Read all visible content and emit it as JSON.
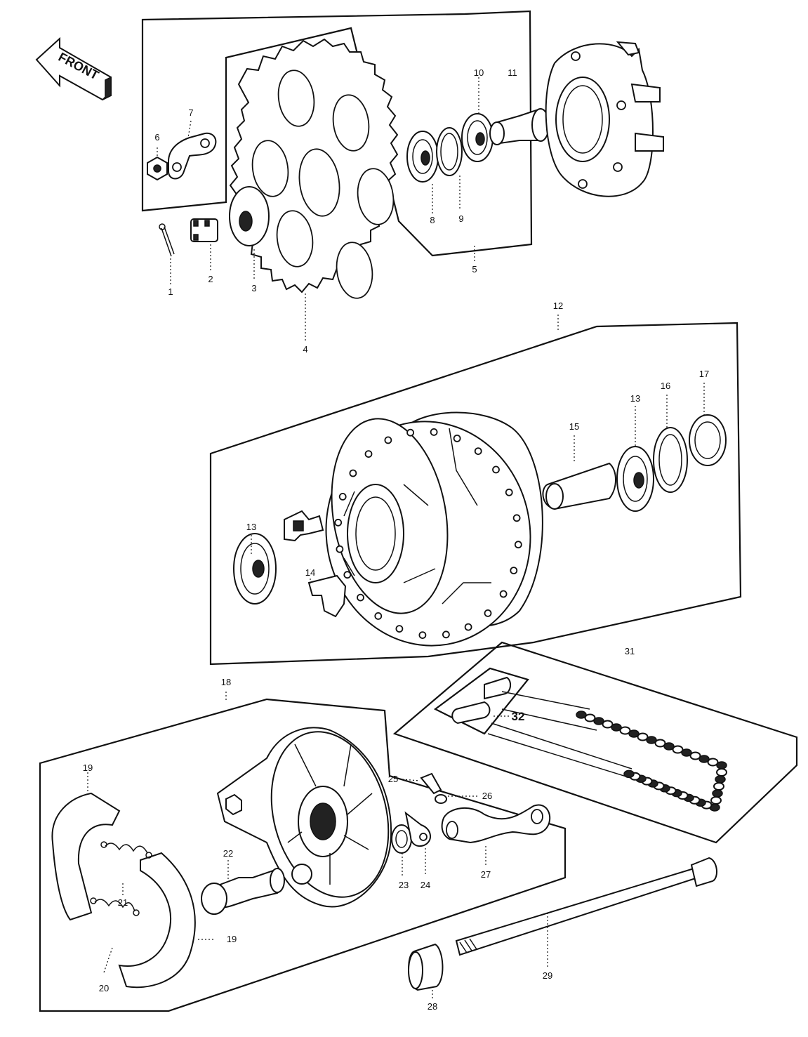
{
  "front_label": "FRONT",
  "callouts": [
    {
      "id": "c1",
      "text": "1"
    },
    {
      "id": "c2",
      "text": "2"
    },
    {
      "id": "c3",
      "text": "3"
    },
    {
      "id": "c4",
      "text": "4"
    },
    {
      "id": "c5",
      "text": "5"
    },
    {
      "id": "c6",
      "text": "6"
    },
    {
      "id": "c7",
      "text": "7"
    },
    {
      "id": "c8",
      "text": "8"
    },
    {
      "id": "c9",
      "text": "9"
    },
    {
      "id": "c10",
      "text": "10"
    },
    {
      "id": "c11",
      "text": "11"
    },
    {
      "id": "c12",
      "text": "12"
    },
    {
      "id": "c13a",
      "text": "13"
    },
    {
      "id": "c13b",
      "text": "13"
    },
    {
      "id": "c14",
      "text": "14"
    },
    {
      "id": "c15",
      "text": "15"
    },
    {
      "id": "c16",
      "text": "16"
    },
    {
      "id": "c17",
      "text": "17"
    },
    {
      "id": "c18",
      "text": "18"
    },
    {
      "id": "c19a",
      "text": "19"
    },
    {
      "id": "c19b",
      "text": "19"
    },
    {
      "id": "c20",
      "text": "20"
    },
    {
      "id": "c21",
      "text": "21"
    },
    {
      "id": "c22",
      "text": "22"
    },
    {
      "id": "c23",
      "text": "23"
    },
    {
      "id": "c24",
      "text": "24"
    },
    {
      "id": "c25",
      "text": "25"
    },
    {
      "id": "c26",
      "text": "26"
    },
    {
      "id": "c27",
      "text": "27"
    },
    {
      "id": "c28",
      "text": "28"
    },
    {
      "id": "c29",
      "text": "29"
    },
    {
      "id": "c31",
      "text": "31"
    },
    {
      "id": "c32",
      "text": "32"
    }
  ]
}
